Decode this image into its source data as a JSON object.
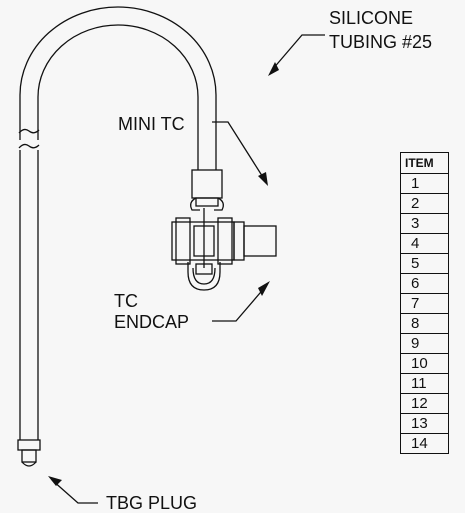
{
  "labels": {
    "silicone_tubing": [
      "SILICONE",
      "TUBING #25"
    ],
    "mini_tc": "MINI TC",
    "tc_endcap": [
      "TC",
      "ENDCAP"
    ],
    "tbg_plug": "TBG PLUG"
  },
  "item_table": {
    "header": "ITEM",
    "rows": [
      "1",
      "2",
      "3",
      "4",
      "5",
      "6",
      "7",
      "8",
      "9",
      "10",
      "11",
      "12",
      "13",
      "14"
    ]
  }
}
